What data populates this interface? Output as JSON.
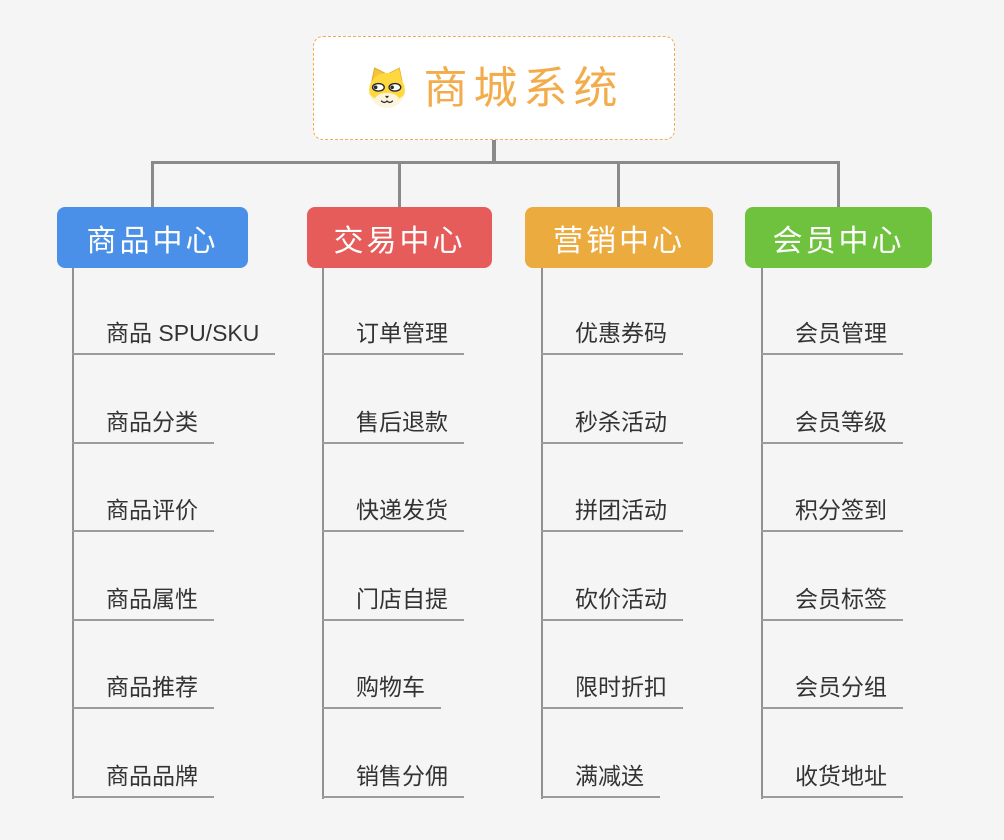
{
  "canvas": {
    "background": "#f5f5f6",
    "connector_color": "#8a8a8a",
    "underline_color": "#9b9b9b"
  },
  "root": {
    "label": "商城系统",
    "icon": "doge-icon",
    "text_color": "#f2ac4b",
    "border_color": "#f3aa52",
    "background": "#ffffff"
  },
  "branches": [
    {
      "label": "商品中心",
      "color": "#4a90e8",
      "children": [
        "商品 SPU/SKU",
        "商品分类",
        "商品评价",
        "商品属性",
        "商品推荐",
        "商品品牌"
      ]
    },
    {
      "label": "交易中心",
      "color": "#e65c5a",
      "children": [
        "订单管理",
        "售后退款",
        "快递发货",
        "门店自提",
        "购物车",
        "销售分佣"
      ]
    },
    {
      "label": "营销中心",
      "color": "#ecab3f",
      "children": [
        "优惠券码",
        "秒杀活动",
        "拼团活动",
        "砍价活动",
        "限时折扣",
        "满减送"
      ]
    },
    {
      "label": "会员中心",
      "color": "#6fc23d",
      "children": [
        "会员管理",
        "会员等级",
        "积分签到",
        "会员标签",
        "会员分组",
        "收货地址"
      ]
    }
  ]
}
